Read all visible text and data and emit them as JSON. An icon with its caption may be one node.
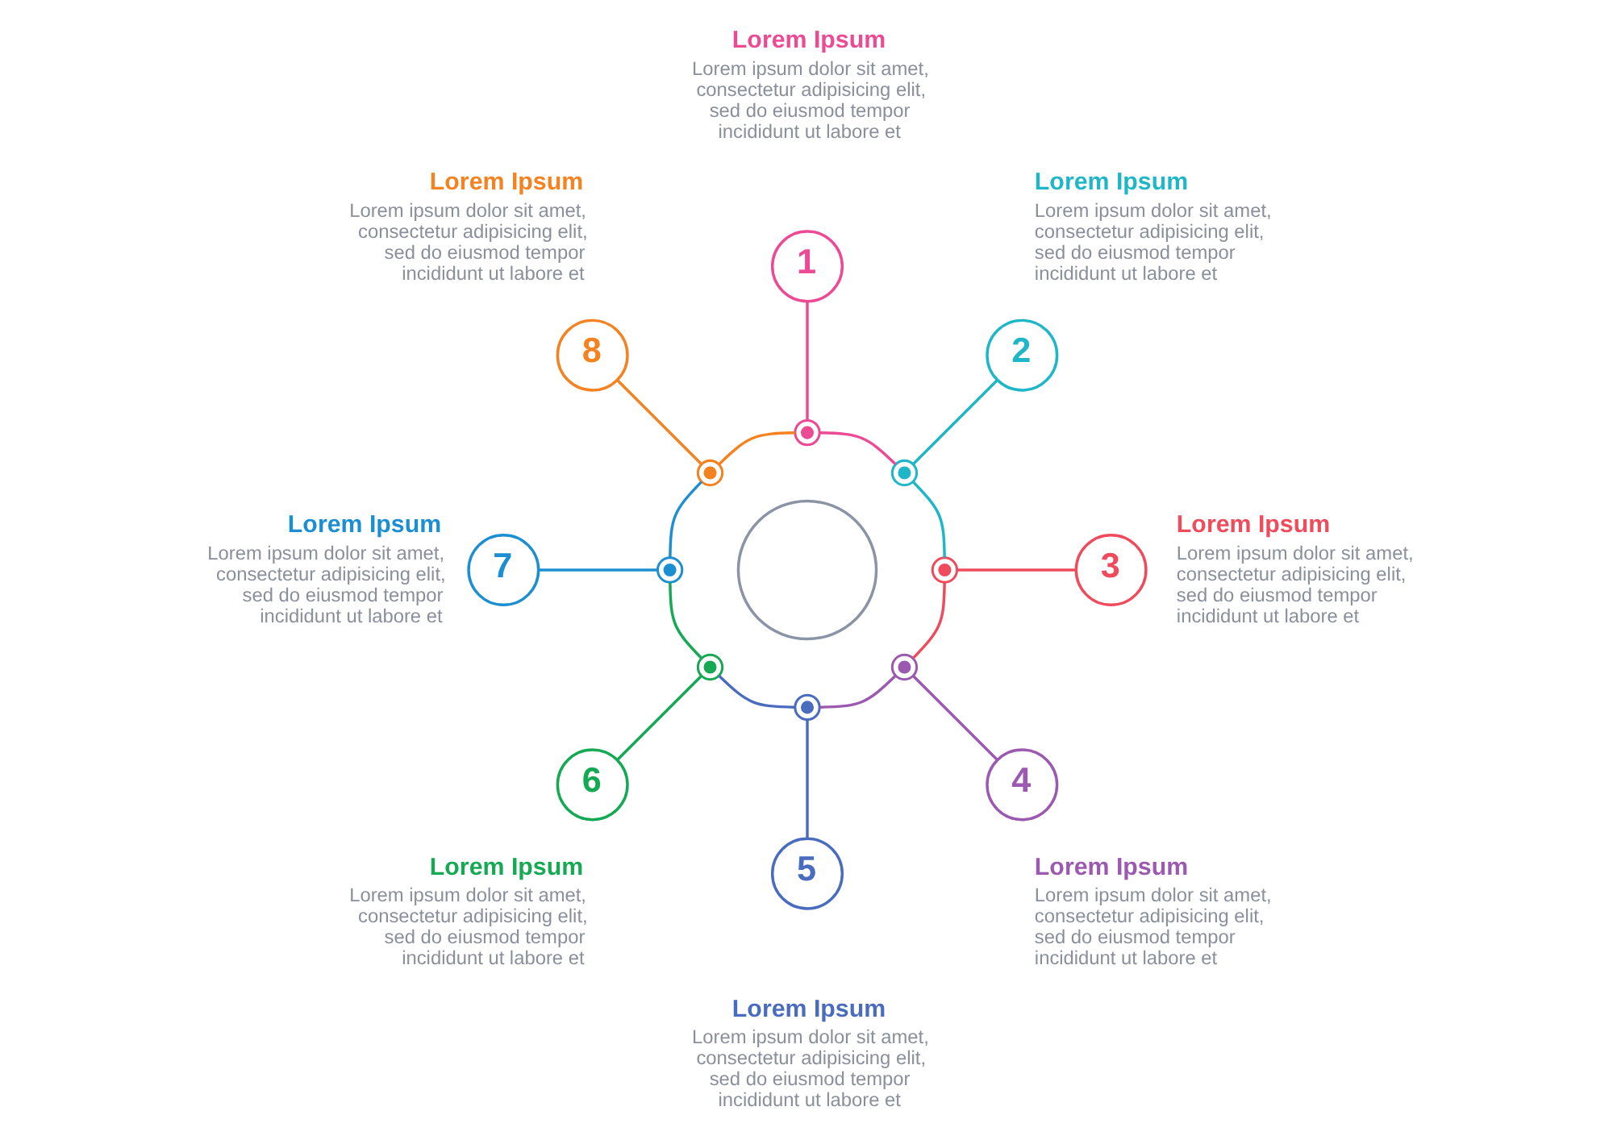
{
  "diagram": {
    "nodes": [
      {
        "text": [
          "1"
        ],
        "beside": [
          "Lorem Ipsum",
          "Lorem ipsum dolor sit amet, consectetur adipisicing elit, sed do eiusmod tempor incididunt ut labore et"
        ]
      },
      {
        "text": [
          "2"
        ],
        "beside": [
          "Lorem Ipsum",
          "Lorem ipsum dolor sit amet, consectetur adipisicing elit, sed do eiusmod tempor incididunt ut labore et"
        ]
      },
      {
        "text": [
          "3"
        ],
        "beside": [
          "Lorem Ipsum",
          "Lorem ipsum dolor sit amet, consectetur adipisicing elit, sed do eiusmod tempor incididunt ut labore et"
        ]
      },
      {
        "text": [
          "4"
        ],
        "beside": [
          "Lorem Ipsum",
          "Lorem ipsum dolor sit amet, consectetur adipisicing elit, sed do eiusmod tempor incididunt ut labore et"
        ]
      },
      {
        "text": [
          "5"
        ],
        "beside": [
          "Lorem Ipsum",
          "Lorem ipsum dolor sit amet, consectetur adipisicing elit, sed do eiusmod tempor incididunt ut labore et"
        ]
      },
      {
        "text": [
          "6"
        ],
        "beside": [
          "Lorem Ipsum",
          "Lorem ipsum dolor sit amet, consectetur adipisicing elit, sed do eiusmod tempor incididunt ut labore et"
        ]
      },
      {
        "text": [
          "7"
        ],
        "beside": [
          "Lorem Ipsum",
          "Lorem ipsum dolor sit amet, consectetur adipisicing elit, sed do eiusmod tempor incididunt ut labore et"
        ]
      },
      {
        "text": [
          "8"
        ],
        "beside": [
          "Lorem Ipsum",
          "Lorem ipsum dolor sit amet, consectetur adipisicing elit, sed do eiusmod tempor incididunt ut labore et"
        ]
      },
      {
        "text": [],
        "shape": "circle"
      },
      {
        "text": [],
        "shape": "circle"
      },
      {
        "text": [],
        "shape": "circle"
      },
      {
        "text": [],
        "shape": "circle"
      },
      {
        "text": [],
        "shape": "circle"
      },
      {
        "text": [],
        "shape": "circle"
      },
      {
        "text": [],
        "shape": "circle"
      },
      {
        "text": [],
        "shape": "circle"
      },
      {
        "text": [],
        "shape": "circle"
      }
    ],
    "edges": [
      {
        "from": 9,
        "to": 0,
        "arrow": "none",
        "color": "#ec4a94"
      },
      {
        "from": 10,
        "to": 1,
        "arrow": "none",
        "color": "#1fb6c8"
      },
      {
        "from": 11,
        "to": 2,
        "arrow": "none",
        "color": "#ef4b5c"
      },
      {
        "from": 12,
        "to": 3,
        "arrow": "none",
        "color": "#9b59b0"
      },
      {
        "from": 13,
        "to": 4,
        "arrow": "none",
        "color": "#4a6cbf"
      },
      {
        "from": 14,
        "to": 5,
        "arrow": "none",
        "color": "#16a954"
      },
      {
        "from": 15,
        "to": 6,
        "arrow": "none",
        "color": "#1b8fd2"
      },
      {
        "from": 16,
        "to": 7,
        "arrow": "none",
        "color": "#f58220"
      },
      {
        "from": 9,
        "to": 10,
        "arrow": "none",
        "color": "#ec4a94"
      },
      {
        "from": 10,
        "to": 11,
        "arrow": "none",
        "color": "#1fb6c8"
      },
      {
        "from": 11,
        "to": 12,
        "arrow": "none",
        "color": "#ef4b5c"
      },
      {
        "from": 12,
        "to": 13,
        "arrow": "none",
        "color": "#9b59b0"
      },
      {
        "from": 13,
        "to": 14,
        "arrow": "none",
        "color": "#4a6cbf"
      },
      {
        "from": 14,
        "to": 15,
        "arrow": "none",
        "color": "#16a954"
      },
      {
        "from": 15,
        "to": 16,
        "arrow": "none",
        "color": "#1b8fd2"
      },
      {
        "from": 16,
        "to": 9,
        "arrow": "none",
        "color": "#f58220"
      }
    ]
  }
}
